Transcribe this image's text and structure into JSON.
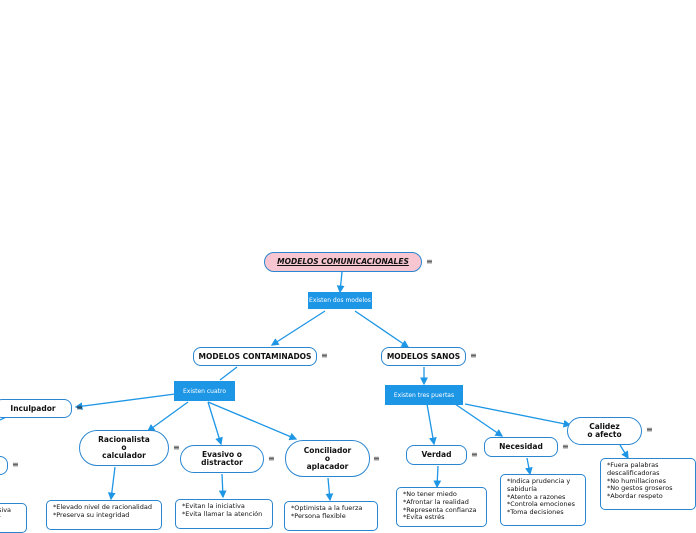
{
  "root": {
    "title": "MODELOS COMUNICACIONALES",
    "note_icon": "≡"
  },
  "link1": "Existen dos modelos",
  "branches": {
    "contaminados": {
      "title": "MODELOS CONTAMINADOS",
      "note_icon": "≡"
    },
    "sanos": {
      "title": "MODELOS SANOS",
      "note_icon": "≡"
    }
  },
  "link_cuatro": "Existen cuatro",
  "link_tres": "Existen tres puertas",
  "contaminados_children": {
    "inculpador": {
      "title": "Inculpador",
      "note_icon": "≡"
    },
    "racionalista": {
      "title": "Racionalista\no\ncalculador",
      "note_icon": "≡",
      "details": "*Elevado nivel de racionalidad\n*Preserva su integridad"
    },
    "evasivo": {
      "title": "Evasivo o\ndistractor",
      "note_icon": "≡",
      "details": "*Evitan la iniciativa\n*Evita llamar la atención"
    },
    "conciliador": {
      "title": "Conciliador\no\naplacador",
      "note_icon": "≡",
      "details": "*Optimista a la fuerza\n*Persona flexible"
    },
    "left_fragment_note": "≡",
    "left_fragment_text": "siva\nr"
  },
  "sanos_children": {
    "verdad": {
      "title": "Verdad",
      "note_icon": "≡",
      "details": "*No tener miedo\n*Afrontar la realidad\n*Representa confianza\n*Evita estrés"
    },
    "necesidad": {
      "title": "Necesidad",
      "note_icon": "≡",
      "details": "*Indica prudencia y\nsabiduría\n*Atento a razones\n*Controla emociones\n*Toma decisiones"
    },
    "calidez": {
      "title": "Calidez\no afecto",
      "note_icon": "≡",
      "details": "*Fuera palabras\ndescalificadoras\n*No humillaciones\n*No gestos groseros\n*Abordar respeto"
    }
  },
  "colors": {
    "line": "#1e96e6",
    "border": "#2a86d1",
    "root_fill": "#f7c6d1",
    "label_fill": "#1e96e6"
  }
}
